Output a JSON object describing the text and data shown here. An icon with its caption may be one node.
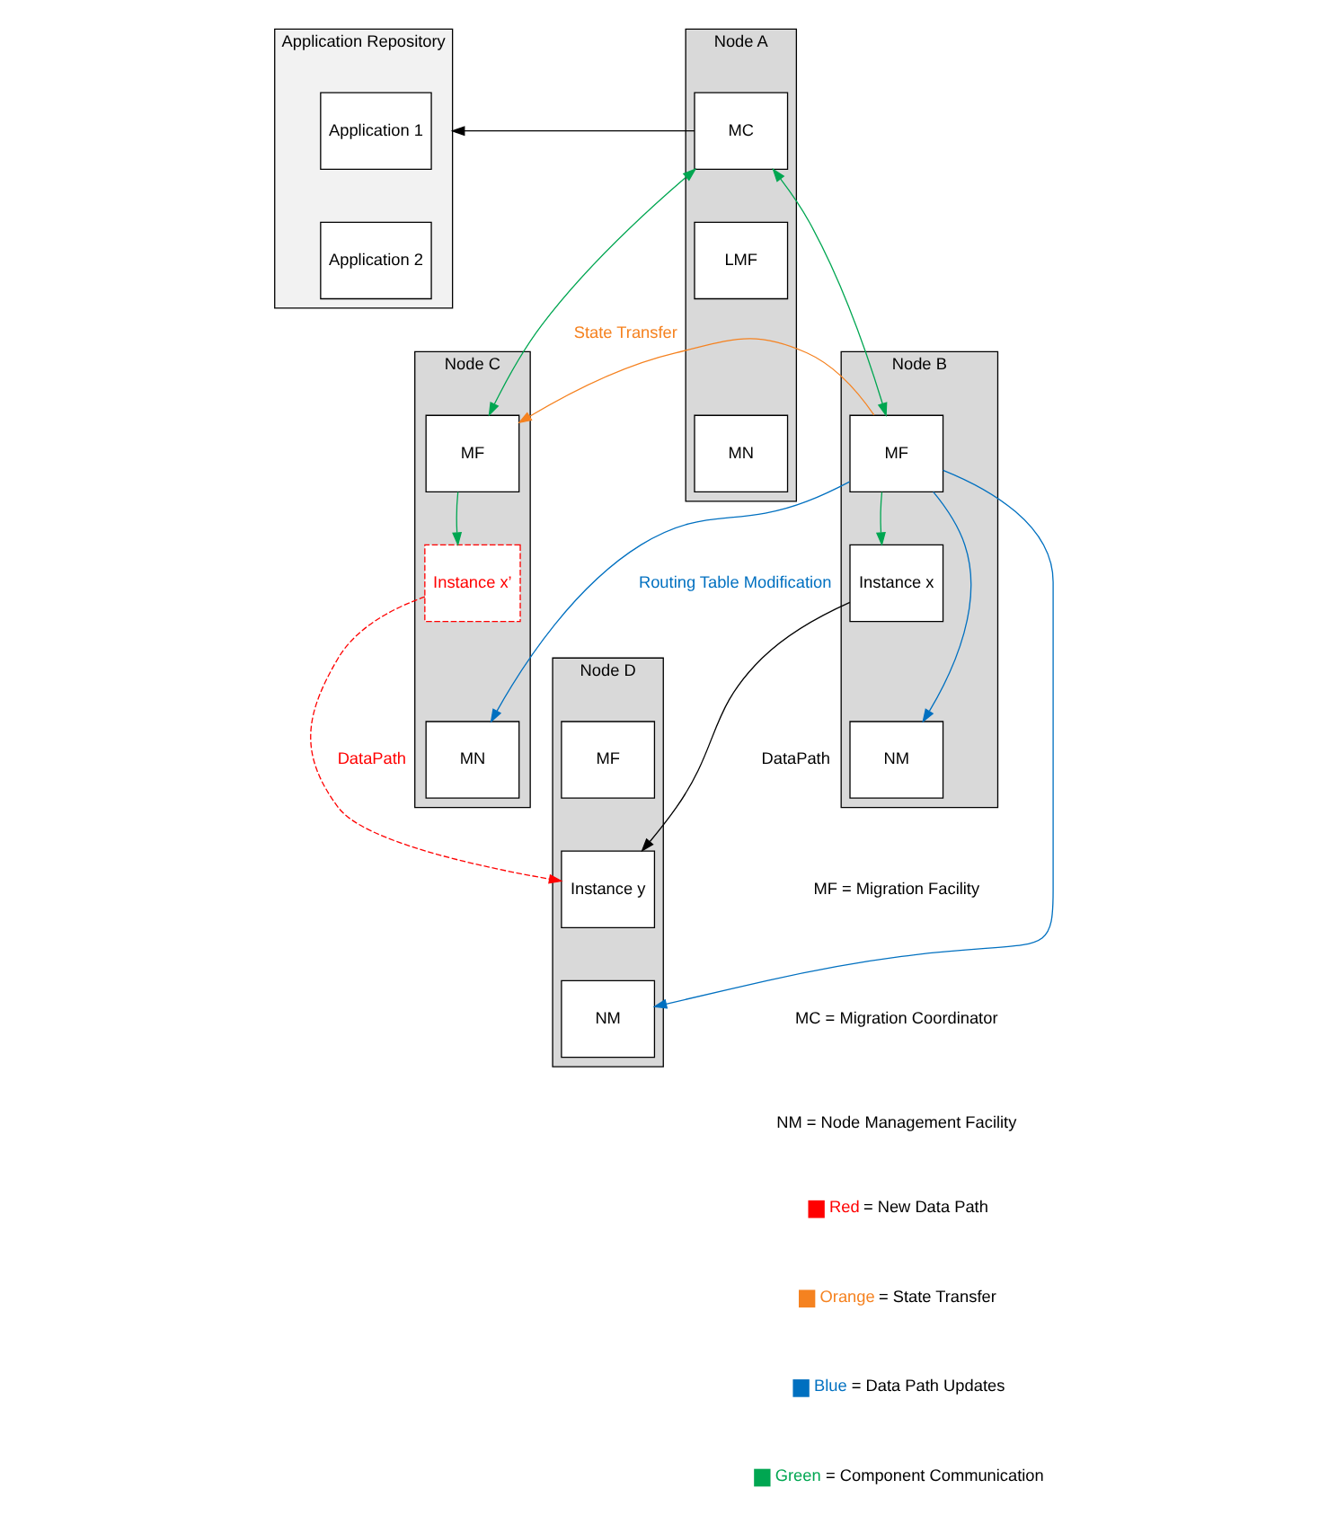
{
  "diagram": {
    "nodes": [
      {
        "text": [
          "Application Repository"
        ]
      },
      {
        "text": [
          "Application 1"
        ],
        "in": 0
      },
      {
        "text": [
          "Application 2"
        ],
        "in": 0
      },
      {
        "text": [
          "Node A"
        ]
      },
      {
        "text": [
          "MC"
        ],
        "in": 3
      },
      {
        "text": [
          "LMF"
        ],
        "in": 3
      },
      {
        "text": [
          "MN"
        ],
        "in": 3
      },
      {
        "text": [
          "Node B"
        ]
      },
      {
        "text": [
          "MF"
        ],
        "in": 7
      },
      {
        "text": [
          "Instance x"
        ],
        "in": 7
      },
      {
        "text": [
          "NM"
        ],
        "in": 7
      },
      {
        "text": [
          "Node C"
        ]
      },
      {
        "text": [
          "MF"
        ],
        "in": 11
      },
      {
        "text": [
          "Instance x’"
        ],
        "in": 11
      },
      {
        "text": [
          "MN"
        ],
        "in": 11
      },
      {
        "text": [
          "Node D"
        ]
      },
      {
        "text": [
          "MF"
        ],
        "in": 15
      },
      {
        "text": [
          "Instance y"
        ],
        "in": 15
      },
      {
        "text": [
          "NM"
        ],
        "in": 15
      }
    ],
    "edges": [
      {
        "from": 4,
        "to": 0,
        "arrow": "to",
        "color": "#000000"
      },
      {
        "from": 4,
        "to": 8,
        "arrow": "both",
        "color": "#00a651"
      },
      {
        "from": 4,
        "to": 12,
        "arrow": "both",
        "color": "#00a651"
      },
      {
        "from": 8,
        "to": 9,
        "arrow": "to",
        "color": "#00a651"
      },
      {
        "from": 12,
        "to": 13,
        "arrow": "to",
        "color": "#00a651"
      },
      {
        "from": 8,
        "to": 12,
        "arrow": "to",
        "label": "State Transfer",
        "color": "#f58220"
      },
      {
        "from": 8,
        "to": 10,
        "arrow": "to",
        "color": "#0070c0"
      },
      {
        "from": 8,
        "to": 14,
        "arrow": "to",
        "label": "Routing Table Modification",
        "color": "#0070c0"
      },
      {
        "from": 8,
        "to": 18,
        "arrow": "to",
        "color": "#0070c0"
      },
      {
        "from": 9,
        "to": 17,
        "arrow": "to",
        "label": "DataPath",
        "color": "#000000"
      },
      {
        "from": 13,
        "to": 17,
        "arrow": "to",
        "label": "DataPath",
        "style": "dashed",
        "color": "#ff0000"
      }
    ],
    "labels": [
      "MF = Migration Facility",
      "MC = Migration Coordinator",
      "NM = Node Management Facility"
    ],
    "legend": [
      {
        "text": "Red = New Data Path",
        "color": "#ff0000"
      },
      {
        "text": "Orange = State Transfer",
        "color": "#f58220"
      },
      {
        "text": "Blue = Data Path Updates",
        "color": "#0070c0"
      },
      {
        "text": "Green = Component Communication",
        "color": "#00a651"
      }
    ]
  }
}
